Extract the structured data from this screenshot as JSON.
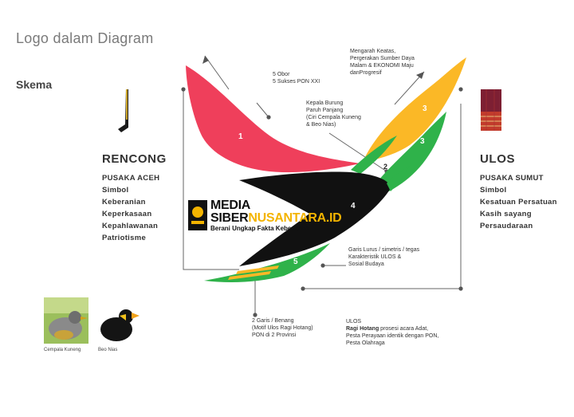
{
  "title": "Logo dalam Diagram",
  "schema_label": "Skema",
  "rencong": {
    "heading": "RENCONG",
    "subtitle": "PUSAKA ACEH",
    "items": [
      "Simbol",
      "Keberanian",
      "Keperkasaan",
      "Kepahlawanan",
      "Patriotisme"
    ]
  },
  "ulos": {
    "heading": "ULOS",
    "subtitle": "PUSAKA SUMUT",
    "items": [
      "Simbol",
      "Kesatuan Persatuan",
      "Kasih sayang",
      "Persaudaraan"
    ]
  },
  "segments": {
    "s1": "1",
    "s2": "2",
    "s3": "3",
    "s4": "4",
    "s5": "5"
  },
  "notes": {
    "top_left": [
      "5 Obor",
      "5 Sukses PON XXI"
    ],
    "top_right": [
      "Mengarah Keatas,",
      "Pergerakan Sumber Daya",
      "Malam & EKONOMI Maju",
      "danProgresif"
    ],
    "head": [
      "Kepala Burung",
      "Paruh Panjang",
      "(Ciri Cempala Kuneng",
      "& Beo Nias)"
    ],
    "lines": [
      "Garis Lurus / simetris / tegas",
      "Karakteristik ULOS &",
      "Sosial Budaya"
    ],
    "bottom_left": [
      "2 Garis / Benang",
      "(Motif Ulos Ragi Hotang)",
      "PON di 2 Provinsi"
    ],
    "bottom_right": {
      "heading": "ULOS",
      "bold": "Ragi Hotang",
      "rest": " prosesi acara Adat,",
      "lines": [
        "Pesta Perayaan identik dengan PON,",
        "Pesta Olahraga"
      ]
    }
  },
  "birds": {
    "left_caption": "Cempala Kuneng",
    "right_caption": "Beo Nias"
  },
  "watermark": {
    "line1a": "MEDIA",
    "line1b": "SIBER",
    "line1c": "NUSANTARA.ID",
    "tagline": "Berani Ungkap Fakta Kebenaran"
  },
  "colors": {
    "red": "#ef3f5b",
    "black": "#111111",
    "yellow": "#fbb826",
    "green": "#2fb24a",
    "line": "#666666"
  }
}
